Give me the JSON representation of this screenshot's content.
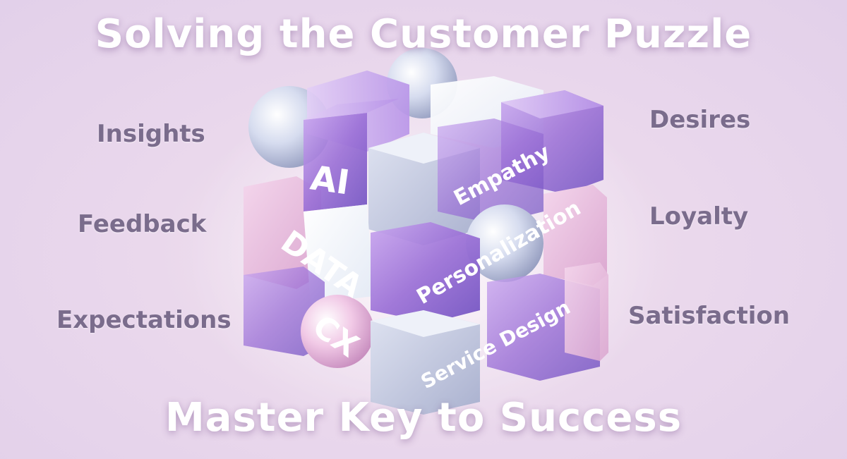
{
  "headline": "Solving the Customer Puzzle",
  "tagline": "Master Key to Success",
  "left_words": [
    "Insights",
    "Feedback",
    "Expectations"
  ],
  "right_words": [
    "Desires",
    "Loyalty",
    "Satisfaction"
  ],
  "cube_labels": {
    "ai": "AI",
    "data": "DATA",
    "cx": "CX",
    "empathy": "Empathy",
    "personalization": "Personalization",
    "service_design": "Service Design"
  },
  "colors": {
    "purple_glass": "#9a6fd6",
    "pink_block": "#e7b9dc",
    "silver_block": "#c9cfe4",
    "side_text": "#7a6c8c"
  }
}
